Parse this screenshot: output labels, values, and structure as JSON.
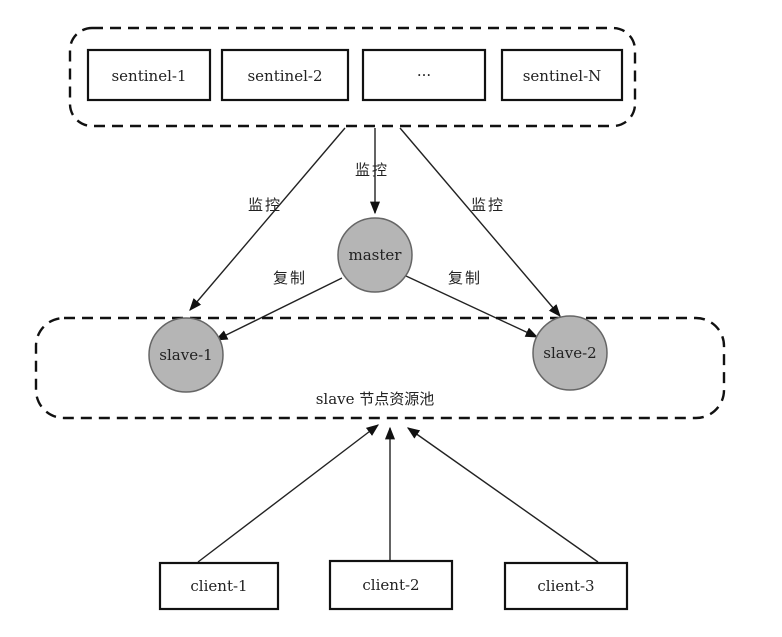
{
  "sentinels": [
    "sentinel-1",
    "sentinel-2",
    "···",
    "sentinel-N"
  ],
  "master": "master",
  "slaves": [
    "slave-1",
    "slave-2"
  ],
  "pool_label": "slave 节点资源池",
  "clients": [
    "client-1",
    "client-2",
    "client-3"
  ],
  "edge_labels": {
    "monitor": "监控",
    "replicate": "复制"
  },
  "colors": {
    "node_fill": "#b5b5b5",
    "stroke": "#111111"
  }
}
